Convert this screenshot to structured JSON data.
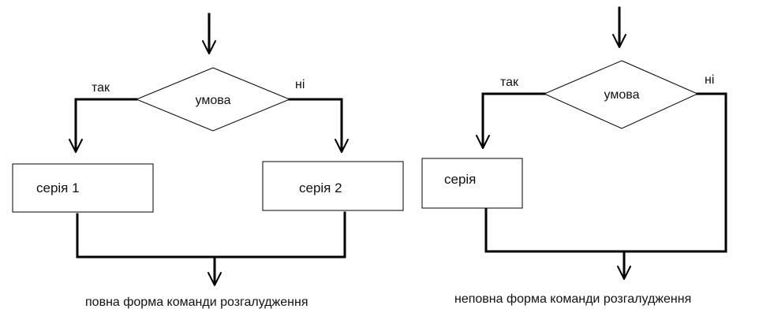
{
  "full_form": {
    "condition": "умова",
    "yes_label": "так",
    "no_label": "ні",
    "series_1": "серія 1",
    "series_2": "серія 2",
    "caption": "повна форма команди розгалудження"
  },
  "partial_form": {
    "condition": "умова",
    "yes_label": "так",
    "no_label": "ні",
    "series": "серія",
    "caption": "неповна форма команди розгалудження"
  }
}
